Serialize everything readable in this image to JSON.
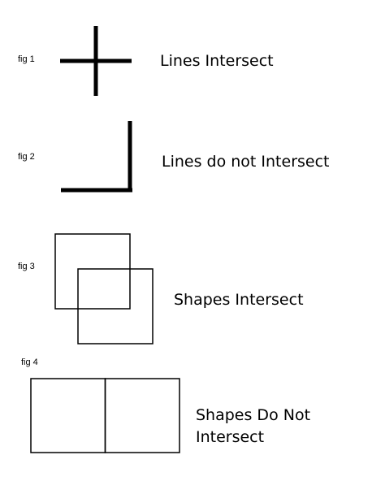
{
  "figures": [
    {
      "label": "fig 1",
      "caption": "Lines Intersect"
    },
    {
      "label": "fig 2",
      "caption": "Lines do not Intersect"
    },
    {
      "label": "fig 3",
      "caption": "Shapes Intersect"
    },
    {
      "label": "fig 4",
      "caption_line1": "Shapes Do Not",
      "caption_line2": "Intersect"
    }
  ],
  "colors": {
    "stroke": "#000000",
    "background": "#ffffff"
  }
}
